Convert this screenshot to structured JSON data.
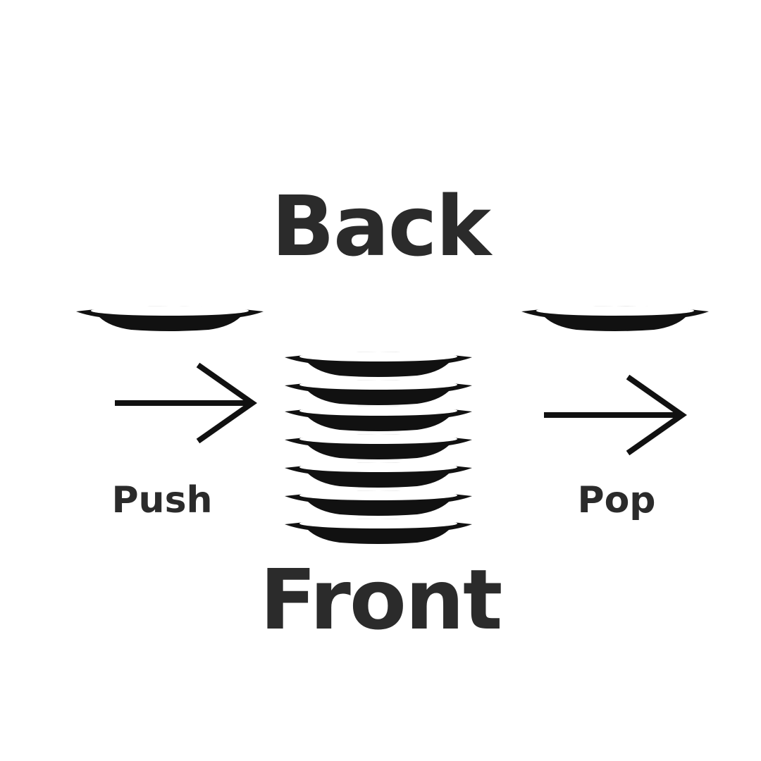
{
  "labels": {
    "back": "Back",
    "front": "Front",
    "push": "Push",
    "pop": "Pop"
  },
  "stack": {
    "plate_count": 7
  },
  "colors": {
    "ink": "#111111",
    "text": "#2b2b2b",
    "plate_inner": "#ffffff",
    "background": "#ffffff"
  },
  "icons": {
    "plate": "plate-icon",
    "arrow": "arrow-right-icon"
  }
}
